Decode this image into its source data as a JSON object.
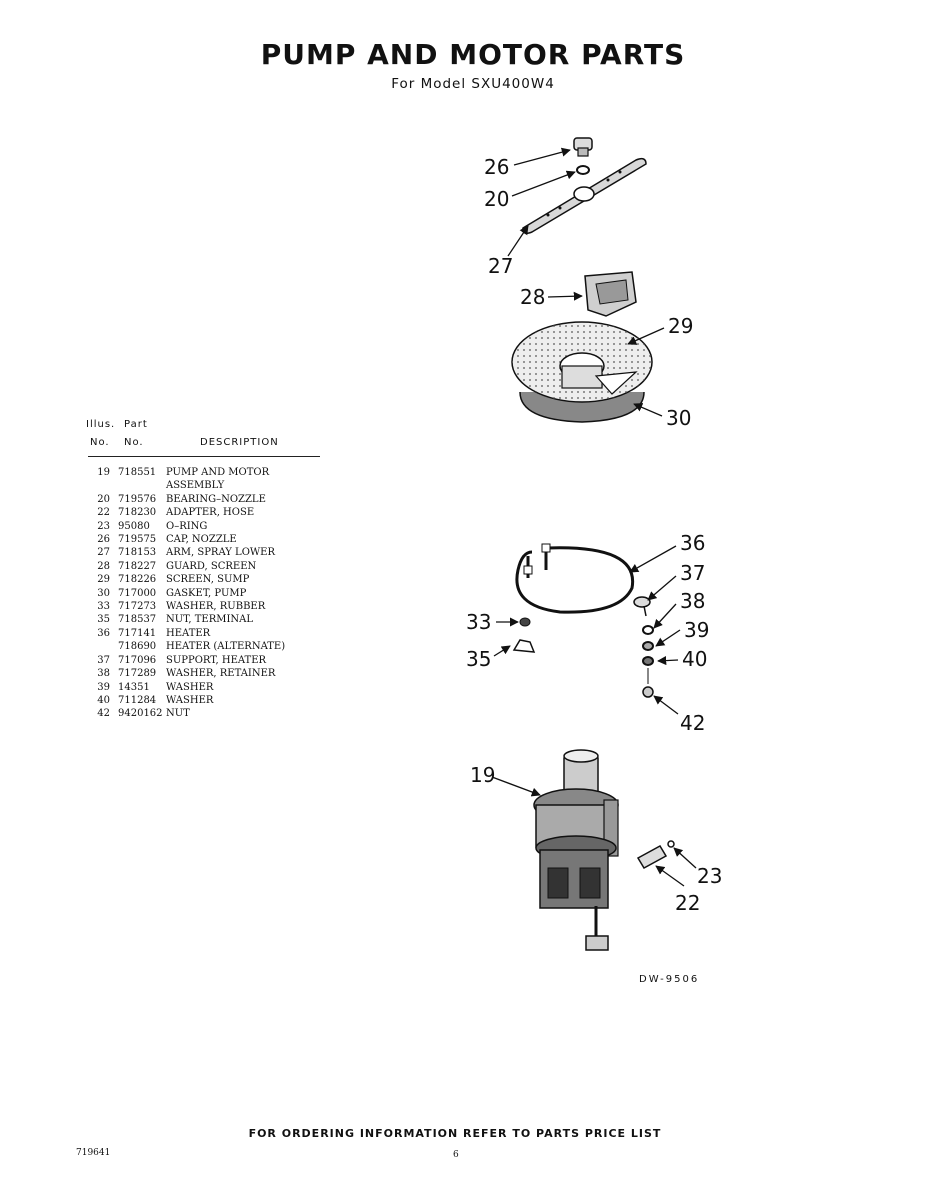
{
  "title": "PUMP AND MOTOR PARTS",
  "subtitle": "For Model SXU400W4",
  "parts_table": {
    "headers": {
      "illus_line1": "Illus.",
      "illus_line2": "No.",
      "part_line1": "Part",
      "part_line2": "No.",
      "description": "DESCRIPTION"
    },
    "rows": [
      {
        "illus": "19",
        "part": "718551",
        "description": "PUMP AND MOTOR"
      },
      {
        "illus": "",
        "part": "",
        "description": "ASSEMBLY"
      },
      {
        "illus": "20",
        "part": "719576",
        "description": "BEARING–NOZZLE"
      },
      {
        "illus": "22",
        "part": "718230",
        "description": "ADAPTER, HOSE"
      },
      {
        "illus": "23",
        "part": "95080",
        "description": "O–RING"
      },
      {
        "illus": "26",
        "part": "719575",
        "description": "CAP, NOZZLE"
      },
      {
        "illus": "27",
        "part": "718153",
        "description": "ARM, SPRAY LOWER"
      },
      {
        "illus": "28",
        "part": "718227",
        "description": "GUARD, SCREEN"
      },
      {
        "illus": "29",
        "part": "718226",
        "description": "SCREEN, SUMP"
      },
      {
        "illus": "30",
        "part": "717000",
        "description": "GASKET, PUMP"
      },
      {
        "illus": "33",
        "part": "717273",
        "description": "WASHER, RUBBER"
      },
      {
        "illus": "35",
        "part": "718537",
        "description": "NUT, TERMINAL"
      },
      {
        "illus": "36",
        "part": "717141",
        "description": "HEATER"
      },
      {
        "illus": "",
        "part": "718690",
        "description": "HEATER (ALTERNATE)"
      },
      {
        "illus": "37",
        "part": "717096",
        "description": "SUPPORT, HEATER"
      },
      {
        "illus": "38",
        "part": "717289",
        "description": "WASHER, RETAINER"
      },
      {
        "illus": "39",
        "part": "14351",
        "description": "WASHER"
      },
      {
        "illus": "40",
        "part": "711284",
        "description": "WASHER"
      },
      {
        "illus": "42",
        "part": "9420162",
        "description": "NUT"
      }
    ]
  },
  "callouts": {
    "c26": "26",
    "c20": "20",
    "c27": "27",
    "c28": "28",
    "c29": "29",
    "c30": "30",
    "c36": "36",
    "c37": "37",
    "c38": "38",
    "c39": "39",
    "c40": "40",
    "c42": "42",
    "c33": "33",
    "c35": "35",
    "c19": "19",
    "c23": "23",
    "c22": "22"
  },
  "drawing_code": "DW-9506",
  "footer": "FOR ORDERING INFORMATION REFER TO PARTS PRICE LIST",
  "document_number": "719641",
  "page_number": "6"
}
